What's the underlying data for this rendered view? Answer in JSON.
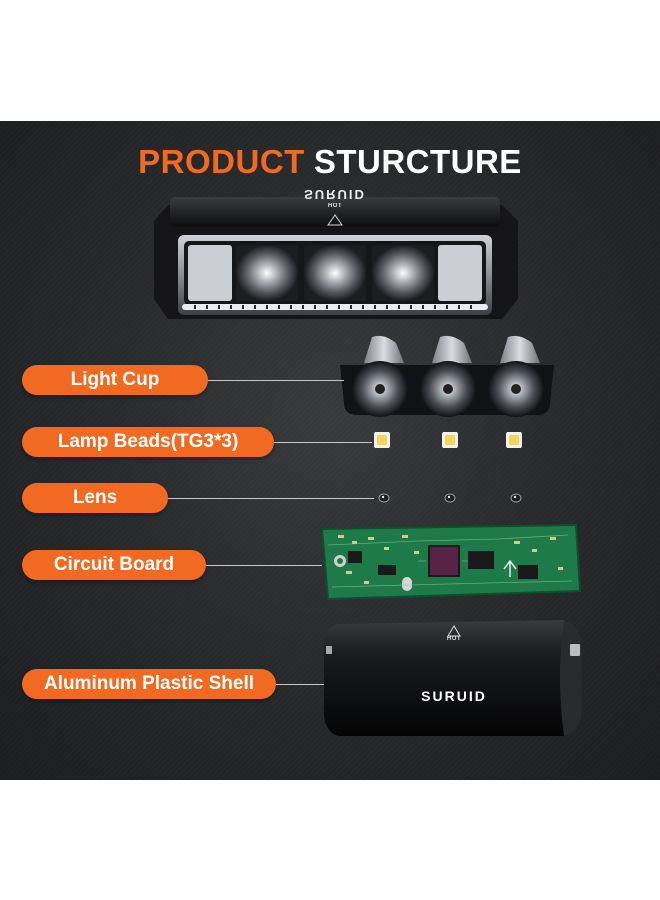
{
  "title": {
    "accent": "PRODUCT",
    "rest": "STURCTURE"
  },
  "brand": {
    "name": "SURUID",
    "hot_badge": "HOT"
  },
  "components": [
    {
      "label": "Light Cup"
    },
    {
      "label": "Lamp Beads(TG3*3)"
    },
    {
      "label": "Lens"
    },
    {
      "label": "Circuit Board"
    },
    {
      "label": "Aluminum Plastic Shell"
    }
  ],
  "colors": {
    "accent": "#f26a21",
    "background": "#2a2b2d",
    "label_text": "#ffffff",
    "leader_line": "#c9c9c9",
    "led_yellow": "#f7d25a",
    "pcb_green": "#1f7a4a"
  },
  "icons": [
    "lamp-product-image",
    "light-cup-image",
    "lamp-bead-image",
    "lens-image",
    "circuit-board-image",
    "shell-image",
    "hot-warning-icon"
  ]
}
